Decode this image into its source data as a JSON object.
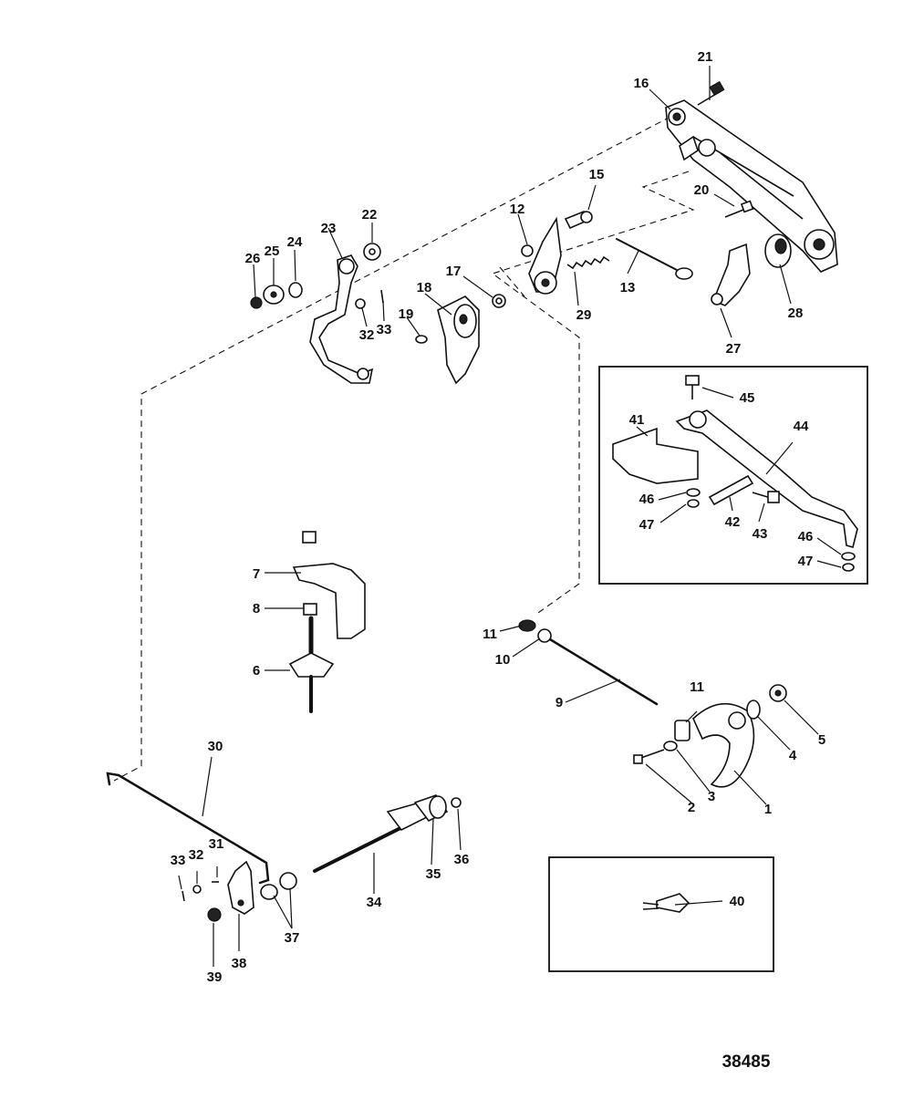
{
  "callouts": [
    {
      "label": "1"
    },
    {
      "label": "2"
    },
    {
      "label": "3"
    },
    {
      "label": "4"
    },
    {
      "label": "5"
    },
    {
      "label": "6"
    },
    {
      "label": "7"
    },
    {
      "label": "8"
    },
    {
      "label": "9"
    },
    {
      "label": "10"
    },
    {
      "label": "11"
    },
    {
      "label": "11"
    },
    {
      "label": "12"
    },
    {
      "label": "13"
    },
    {
      "label": "15"
    },
    {
      "label": "16"
    },
    {
      "label": "17"
    },
    {
      "label": "18"
    },
    {
      "label": "19"
    },
    {
      "label": "20"
    },
    {
      "label": "21"
    },
    {
      "label": "22"
    },
    {
      "label": "23"
    },
    {
      "label": "24"
    },
    {
      "label": "25"
    },
    {
      "label": "26"
    },
    {
      "label": "27"
    },
    {
      "label": "28"
    },
    {
      "label": "29"
    },
    {
      "label": "30"
    },
    {
      "label": "31"
    },
    {
      "label": "32"
    },
    {
      "label": "33"
    },
    {
      "label": "32"
    },
    {
      "label": "33"
    },
    {
      "label": "34"
    },
    {
      "label": "35"
    },
    {
      "label": "36"
    },
    {
      "label": "37"
    },
    {
      "label": "38"
    },
    {
      "label": "39"
    },
    {
      "label": "40"
    },
    {
      "label": "41"
    },
    {
      "label": "42"
    },
    {
      "label": "43"
    },
    {
      "label": "44"
    },
    {
      "label": "45"
    },
    {
      "label": "46"
    },
    {
      "label": "47"
    },
    {
      "label": "46"
    },
    {
      "label": "47"
    }
  ],
  "figure_number": "38485"
}
